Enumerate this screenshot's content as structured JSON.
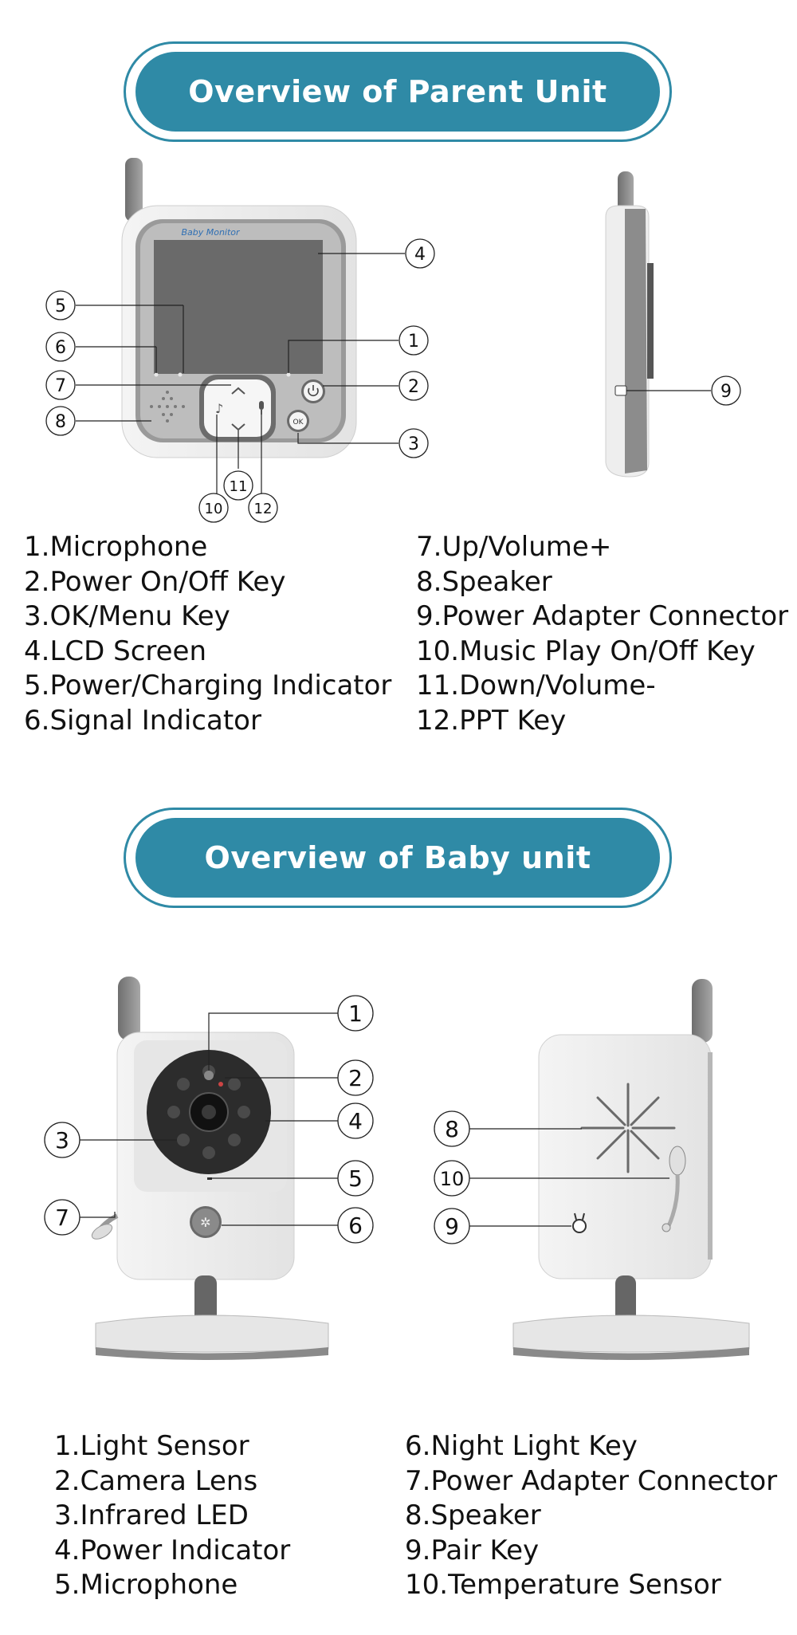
{
  "parent_unit": {
    "title": "Overview of Parent Unit",
    "screen_brand": "Baby Monitor",
    "button_ok": "OK",
    "callouts": [
      "1",
      "2",
      "3",
      "4",
      "5",
      "6",
      "7",
      "8",
      "9",
      "10",
      "11",
      "12"
    ],
    "legend_left": [
      "1.Microphone",
      "2.Power On/Off Key",
      "3.OK/Menu Key",
      "4.LCD Screen",
      "5.Power/Charging Indicator",
      "6.Signal Indicator"
    ],
    "legend_right": [
      "7.Up/Volume+",
      "8.Speaker",
      "9.Power Adapter Connector",
      "10.Music Play On/Off Key",
      "11.Down/Volume-",
      "12.PPT Key"
    ]
  },
  "baby_unit": {
    "title": "Overview of Baby unit",
    "callouts": [
      "1",
      "2",
      "3",
      "4",
      "5",
      "6",
      "7",
      "8",
      "9",
      "10"
    ],
    "legend_left": [
      "1.Light Sensor",
      "2.Camera Lens",
      "3.Infrared LED",
      "4.Power Indicator",
      "5.Microphone"
    ],
    "legend_right": [
      "6.Night Light Key",
      "7.Power Adapter Connector",
      "8.Speaker",
      "9.Pair Key",
      "10.Temperature Sensor"
    ]
  },
  "colors": {
    "accent": "#2f8aa6",
    "device_gray": "#8a8a8a"
  }
}
